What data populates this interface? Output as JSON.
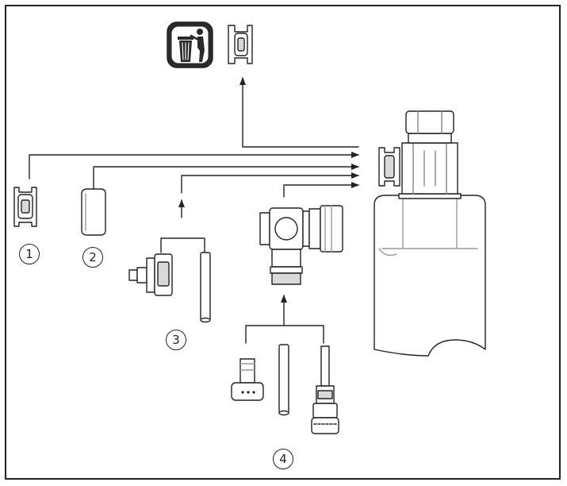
{
  "figure": {
    "colors": {
      "line": "#222222",
      "fill": "#ffffff",
      "shade": "#d9d9d9",
      "icon_bg": "#2a2a2a"
    },
    "icons": {
      "disposal": "trash-bin-person-icon"
    },
    "callouts": [
      {
        "id": "c1",
        "label": "1"
      },
      {
        "id": "c2",
        "label": "2"
      },
      {
        "id": "c3",
        "label": "3"
      },
      {
        "id": "c4",
        "label": "4"
      }
    ]
  }
}
